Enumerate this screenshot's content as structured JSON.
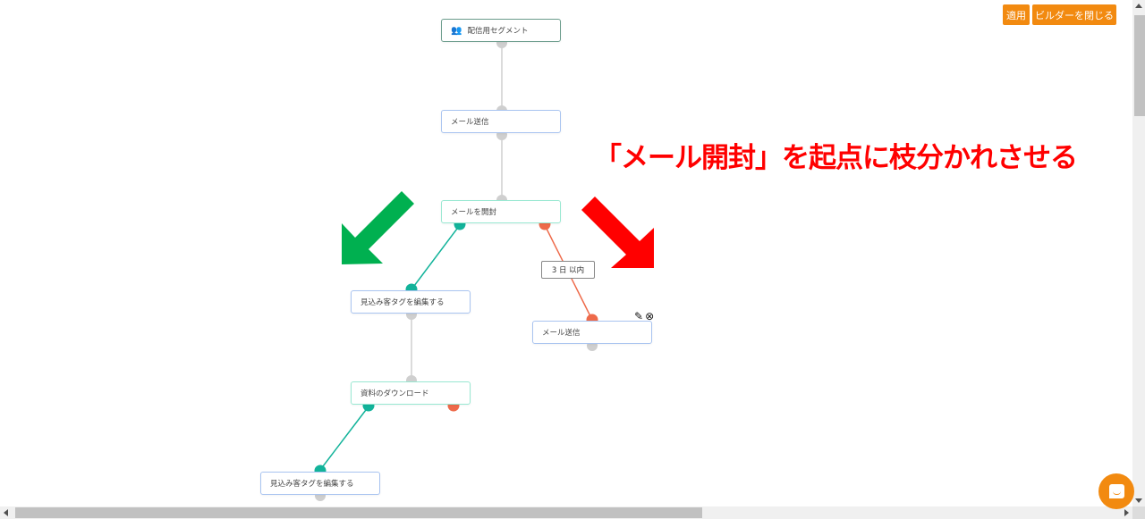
{
  "toolbar": {
    "apply_label": "適用",
    "close_builder_label": "ビルダーを閉じる"
  },
  "annotation": {
    "text": "「メール開封」を起点に枝分かれさせる",
    "color": "#ff0000",
    "arrows": [
      {
        "name": "green-arrow",
        "direction": "down-left",
        "color": "#00b050"
      },
      {
        "name": "red-arrow",
        "direction": "down-right",
        "color": "#ff0000"
      }
    ]
  },
  "flow": {
    "nodes": [
      {
        "id": "segment",
        "label": "配信用セグメント",
        "icon": "users-icon",
        "type": "segment"
      },
      {
        "id": "mail1",
        "label": "メール送信",
        "type": "action"
      },
      {
        "id": "open",
        "label": "メールを開封",
        "type": "event"
      },
      {
        "id": "tag1",
        "label": "見込み客タグを編集する",
        "type": "action"
      },
      {
        "id": "mail2",
        "label": "メール送信",
        "type": "action"
      },
      {
        "id": "download",
        "label": "資料のダウンロード",
        "type": "event"
      },
      {
        "id": "tag2",
        "label": "見込み客タグを編集する",
        "type": "action"
      }
    ],
    "condition_label": "3 日 以内",
    "node_tools": {
      "edit_icon": "✎",
      "delete_icon": "⊗"
    },
    "colors": {
      "yes_branch": "#12b39a",
      "no_branch": "#ee6a4a",
      "neutral": "#c8c8c8"
    }
  },
  "chat": {
    "icon": "chat-icon",
    "color": "#f28a10"
  }
}
